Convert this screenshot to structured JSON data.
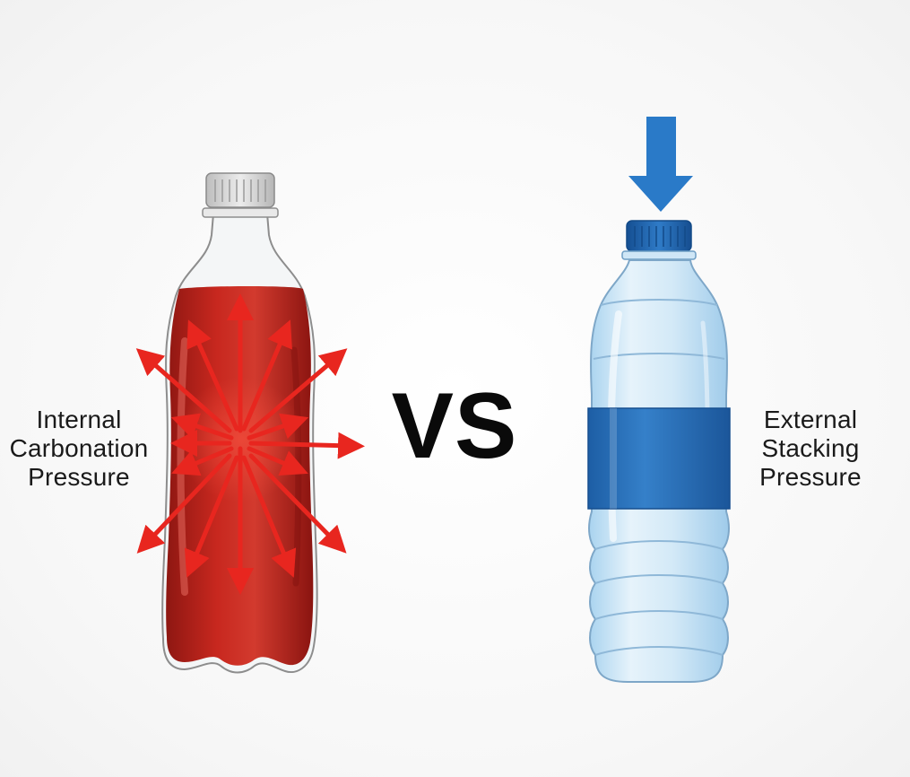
{
  "left_panel": {
    "label_lines": [
      "Internal",
      "Carbonation",
      "Pressure"
    ],
    "liquid_color": "#c0231d",
    "arrow_color": "#e8261f",
    "cap_color": "#d9d9d9",
    "bottle_icon": "soda-bottle-icon"
  },
  "divider": {
    "text": "VS"
  },
  "right_panel": {
    "label_lines": [
      "External",
      "Stacking",
      "Pressure"
    ],
    "bottle_color": "#bfe0f5",
    "label_band_color": "#2a6fb6",
    "cap_color": "#1f63b0",
    "arrow_color": "#2a7ac8",
    "bottle_icon": "water-bottle-icon"
  }
}
